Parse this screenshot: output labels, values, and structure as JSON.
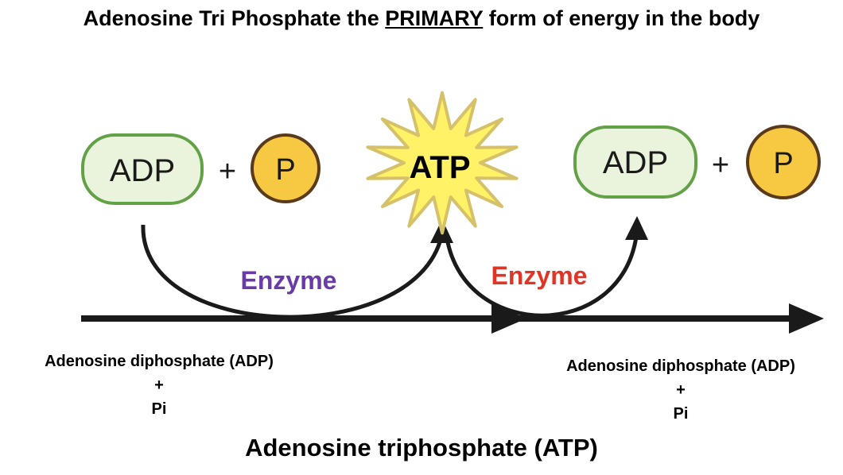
{
  "title": {
    "prefix": "Adenosine Tri Phosphate the",
    "emphasis": "PRIMARY",
    "suffix": "form of energy in the body"
  },
  "left_group": {
    "adp_label": "ADP",
    "plus": "+",
    "p_label": "P"
  },
  "center": {
    "atp_label": "ATP"
  },
  "right_group": {
    "adp_label": "ADP",
    "plus": "+",
    "p_label": "P"
  },
  "enzyme_left": {
    "label": "Enzyme",
    "color": "#6a3aa8"
  },
  "enzyme_right": {
    "label": "Enzyme",
    "color": "#e03526"
  },
  "left_caption": {
    "line1": "Adenosine diphosphate (ADP)",
    "line2": "+",
    "line3": "Pi"
  },
  "right_caption": {
    "line1": "Adenosine diphosphate (ADP)",
    "line2": "+",
    "line3": "Pi"
  },
  "bottom_title": "Adenosine triphosphate (ATP)",
  "colors": {
    "adp_fill": "#eaf3dc",
    "adp_stroke": "#63a146",
    "p_fill": "#f7c943",
    "p_stroke": "#5a3a1a",
    "star_fill": "#fff266",
    "star_stroke": "#d6c16b",
    "line": "#1a1a1a"
  }
}
